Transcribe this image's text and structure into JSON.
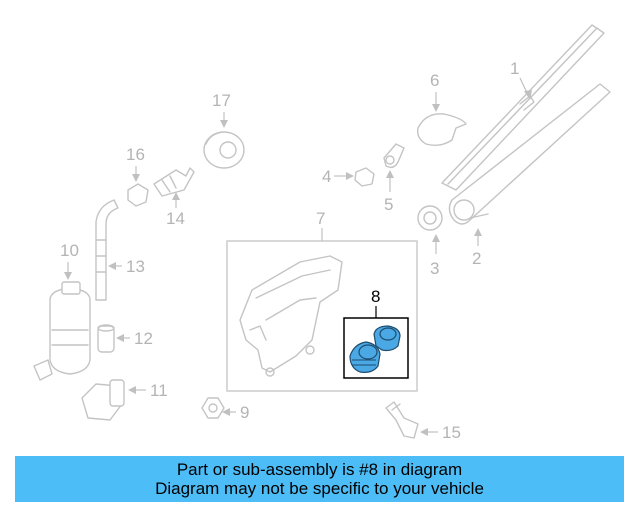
{
  "callouts": {
    "c1": "1",
    "c2": "2",
    "c3": "3",
    "c4": "4",
    "c5": "5",
    "c6": "6",
    "c7": "7",
    "c8": "8",
    "c9": "9",
    "c10": "10",
    "c11": "11",
    "c12": "12",
    "c13": "13",
    "c14": "14",
    "c15": "15",
    "c16": "16",
    "c17": "17"
  },
  "highlight": {
    "part": "8",
    "color": "#4aa8e4"
  },
  "banner": {
    "line1": "Part or sub-assembly is #8 in diagram",
    "line2": "Diagram may not be specific to your vehicle",
    "color": "#4dbdf7"
  }
}
